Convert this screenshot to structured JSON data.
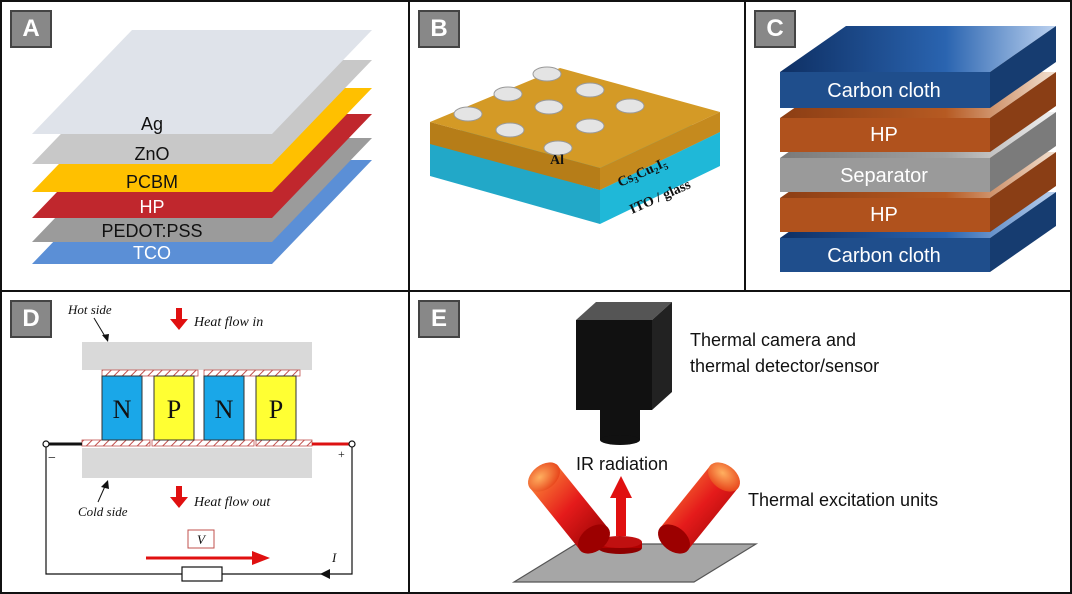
{
  "panels": {
    "A": {
      "badge": "A",
      "layers": [
        "Ag",
        "ZnO",
        "PCBM",
        "HP",
        "PEDOT:PSS",
        "TCO"
      ]
    },
    "B": {
      "badge": "B",
      "dot_label": "Al",
      "film_label_main": "Cs",
      "film_sub1": "3",
      "film_mid": "Cu",
      "film_sub2": "2",
      "film_end": "I",
      "film_sub3": "5",
      "substrate_label": "ITO / glass"
    },
    "C": {
      "badge": "C",
      "layers": [
        "Carbon cloth",
        "HP",
        "Separator",
        "HP",
        "Carbon cloth"
      ]
    },
    "D": {
      "badge": "D",
      "hot_side": "Hot side",
      "cold_side": "Cold side",
      "heat_in": "Heat flow in",
      "heat_out": "Heat flow out",
      "legs": [
        "N",
        "P",
        "N",
        "P"
      ],
      "voltage": "V",
      "current": "I",
      "minus": "−",
      "plus": "+"
    },
    "E": {
      "badge": "E",
      "camera_label_1": "Thermal camera and",
      "camera_label_2": "thermal detector/sensor",
      "ir_label": "IR radiation",
      "excitation_label": "Thermal excitation units"
    }
  },
  "colors": {
    "ag": "#dfe3ea",
    "zno": "#c8c8c8",
    "pcbm": "#ffc000",
    "hp_a": "#c0272d",
    "pedot": "#9b9b9b",
    "tco": "#5b8fd6",
    "gold": "#d49a26",
    "cyan": "#2fc8e8",
    "carbon": "#1f4e8c",
    "hp_c": "#b0521d",
    "separator": "#9a9a9a",
    "n_leg": "#1aa7e8",
    "p_leg": "#ffff33",
    "ir_red": "#e01010"
  }
}
